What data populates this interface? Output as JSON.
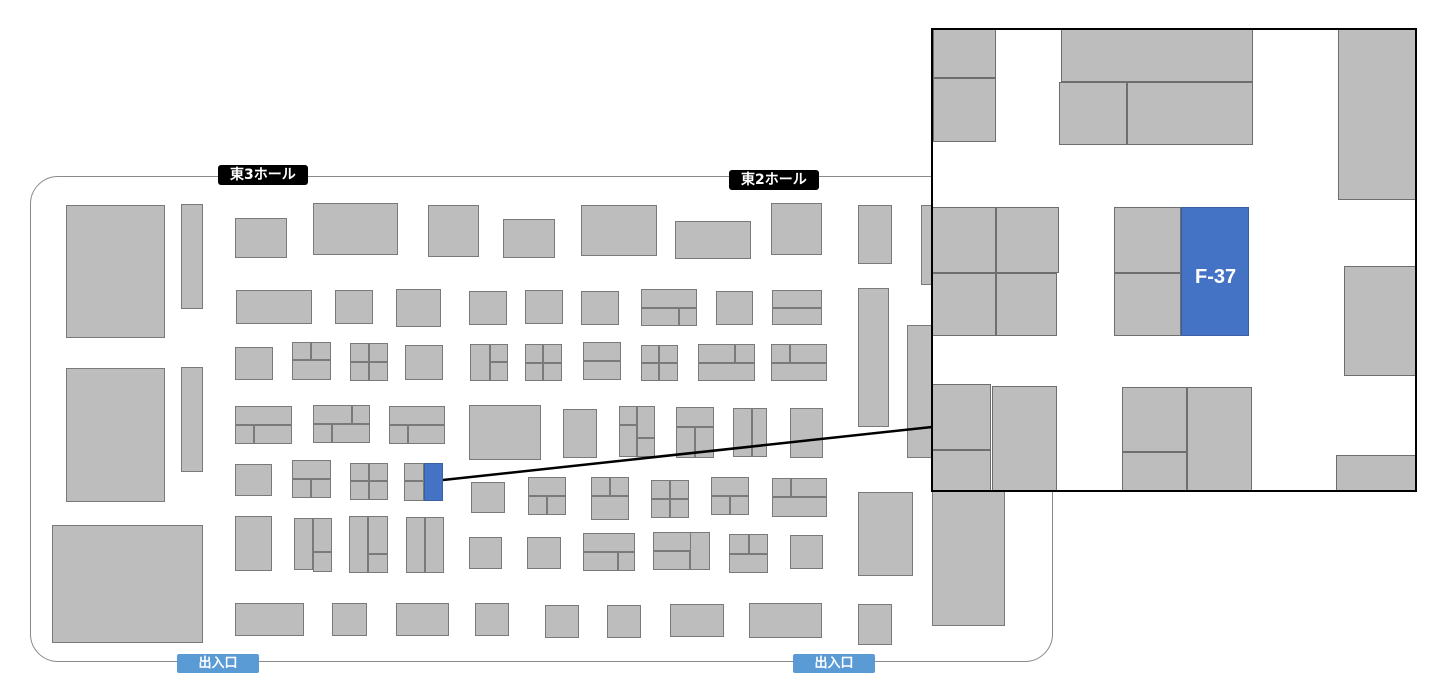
{
  "halls": {
    "east3_label": "東3ホール",
    "east2_label": "東2ホール"
  },
  "exits": {
    "left_label": "出入口",
    "right_label": "出入口"
  },
  "highlight": {
    "booth_id": "F-37",
    "color": "#4472c4"
  },
  "colors": {
    "booth_fill": "#bdbdbd",
    "booth_border": "#7a7a7a",
    "hall_label_bg": "#000000",
    "exit_label_bg": "#5b9bd5"
  }
}
